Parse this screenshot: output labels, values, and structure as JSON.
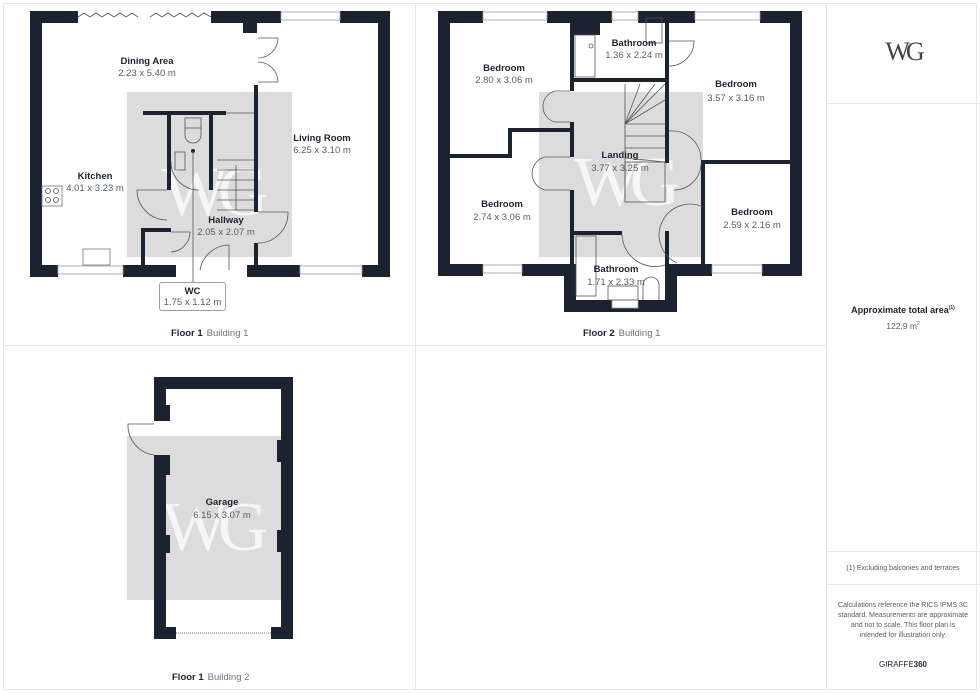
{
  "floors": [
    {
      "id": "floor1-building1",
      "floor_label": "Floor 1",
      "building_label": "Building 1",
      "rooms": [
        {
          "name": "Dining Area",
          "dimensions": "2.23 x 5.40 m"
        },
        {
          "name": "Living Room",
          "dimensions": "6.25 x 3.10 m"
        },
        {
          "name": "Kitchen",
          "dimensions": "4.01 x 3.23 m"
        },
        {
          "name": "Hallway",
          "dimensions": "2.05 x 2.07 m"
        },
        {
          "name": "WC",
          "dimensions": "1.75 x 1.12 m"
        }
      ]
    },
    {
      "id": "floor2-building1",
      "floor_label": "Floor 2",
      "building_label": "Building 1",
      "rooms": [
        {
          "name": "Bedroom",
          "dimensions": "2.80 x 3.06 m"
        },
        {
          "name": "Bathroom",
          "dimensions": "1.36 x 2.24 m"
        },
        {
          "name": "Bedroom",
          "dimensions": "3.57 x 3.16 m"
        },
        {
          "name": "Landing",
          "dimensions": "3.77 x 3.25 m"
        },
        {
          "name": "Bedroom",
          "dimensions": "2.74 x 3.06 m"
        },
        {
          "name": "Bedroom",
          "dimensions": "2.59 x 2.16 m"
        },
        {
          "name": "Bathroom",
          "dimensions": "1.71 x 2.33 m"
        }
      ]
    },
    {
      "id": "floor1-building2",
      "floor_label": "Floor 1",
      "building_label": "Building 2",
      "rooms": [
        {
          "name": "Garage",
          "dimensions": "6.15 x 3.07 m"
        }
      ]
    }
  ],
  "watermark": "WG",
  "sidebar": {
    "logo": "WG",
    "area_title": "Approximate total area",
    "area_footnote_marker": "(1)",
    "area_value": "122.9 m",
    "area_unit_sup": "2",
    "footnote": "(1) Excluding balconies and terraces",
    "disclaimer": "Calculations reference the RICS IPMS 3C standard. Measurements are approximate and not to scale. This floor plan is intended for illustration only.",
    "brand_a": "GIRAFFE",
    "brand_b": "360"
  },
  "colors": {
    "wall": "#1b2331",
    "shade": "#dcdcdc",
    "text_dim": "#555c66",
    "logo": "#3e4543"
  }
}
